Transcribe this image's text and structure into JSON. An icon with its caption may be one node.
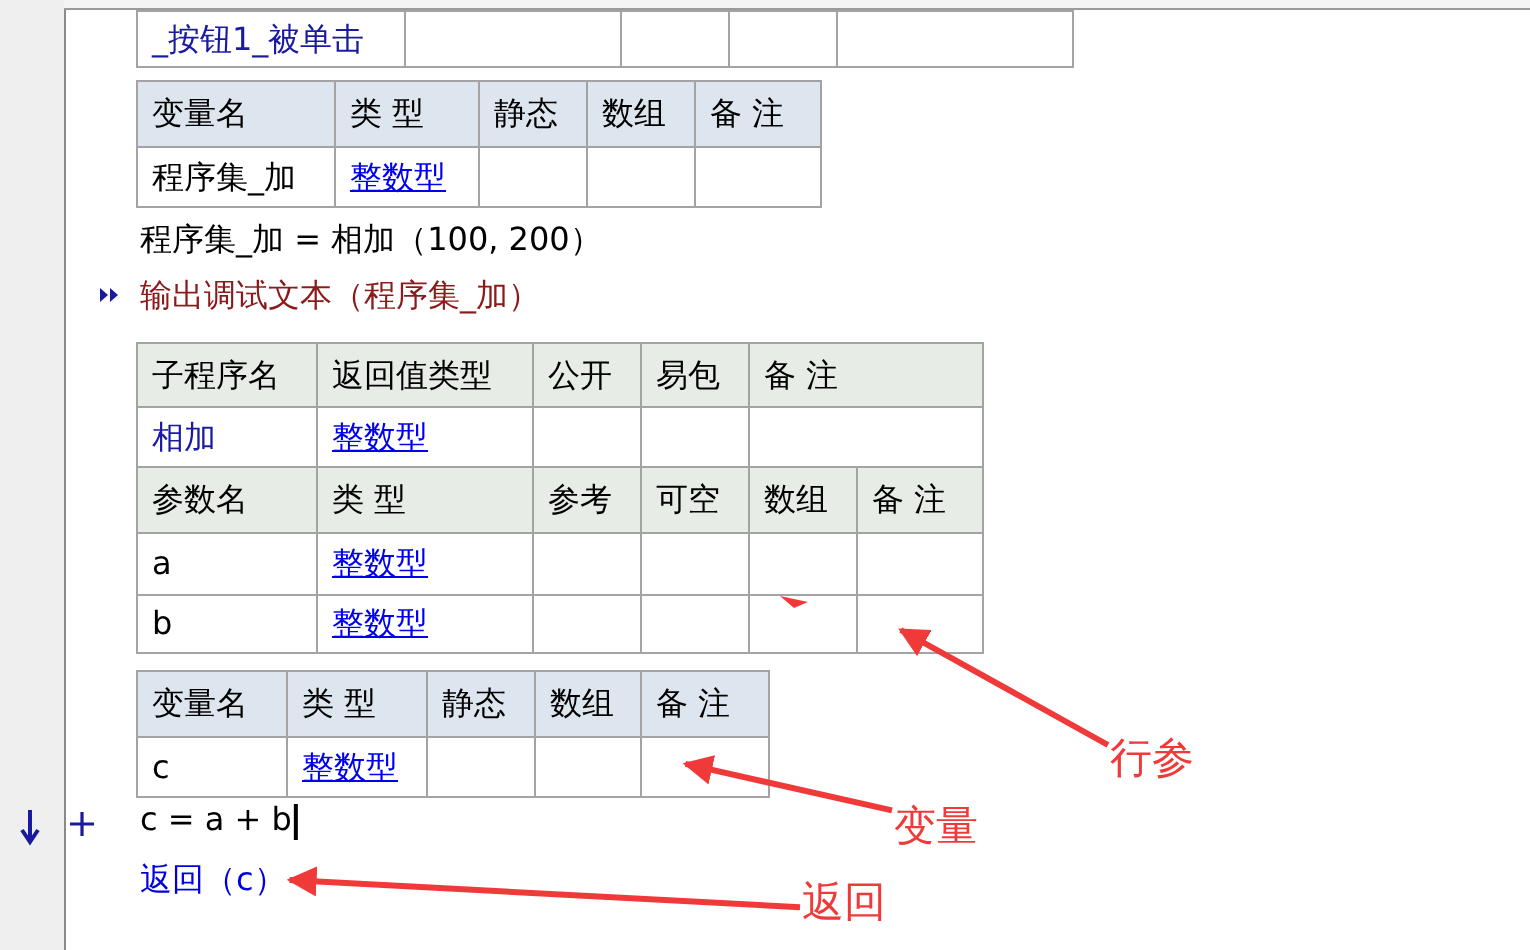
{
  "diagram": {
    "nodes": [
      {
        "text": [],
        "shape": "box"
      },
      {
        "text": [],
        "shape": "box"
      },
      {
        "text": [
          "行参"
        ]
      },
      {
        "text": [
          "变量"
        ]
      },
      {
        "text": [
          "返回（c）"
        ]
      },
      {
        "text": [
          "返回"
        ]
      }
    ],
    "edges": [
      {
        "from": 2,
        "to": 0,
        "arrow": "to"
      },
      {
        "from": 3,
        "to": 1,
        "arrow": "to"
      },
      {
        "from": 5,
        "to": 4,
        "arrow": "to"
      }
    ],
    "labels": [
      "_按钮1_被单击",
      "变量名",
      "类 型",
      "静态",
      "数组",
      "备 注",
      "程序集_加",
      "整数型",
      "程序集_加 = 相加（100, 200）",
      "输出调试文本（程序集_加）",
      "子程序名",
      "返回值类型",
      "公开",
      "易包",
      "备 注",
      "相加",
      "整数型",
      "参数名",
      "类 型",
      "参考",
      "可空",
      "数组",
      "备 注",
      "a",
      "整数型",
      "b",
      "整数型",
      "变量名",
      "类 型",
      "静态",
      "数组",
      "备 注",
      "c",
      "整数型",
      "c = a + b"
    ]
  }
}
